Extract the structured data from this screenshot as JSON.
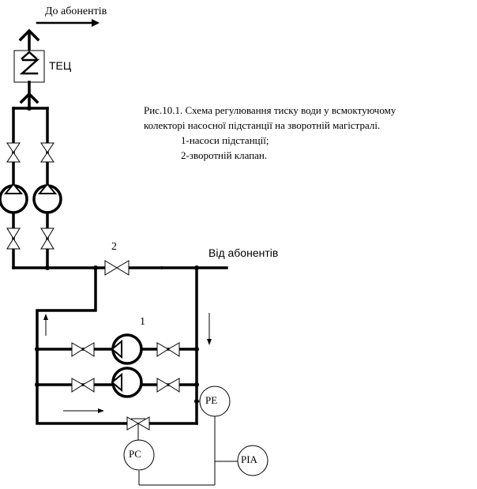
{
  "labels": {
    "to_subscribers": "До абонентів",
    "chp": "ТЕЦ",
    "from_subscribers": "Від абонентів",
    "num_pumps": "1",
    "num_valve": "2",
    "pe": "PE",
    "pc": "PC",
    "pia": "PIA"
  },
  "caption": {
    "line1": "Рис.10.1. Схема регулювання тиску води у всмоктуючому",
    "line2": "колекторі насосної підстанції на зворотній магістралі.",
    "line3": "1-насоси підстанції;",
    "line4": "2-зворотній клапан."
  }
}
